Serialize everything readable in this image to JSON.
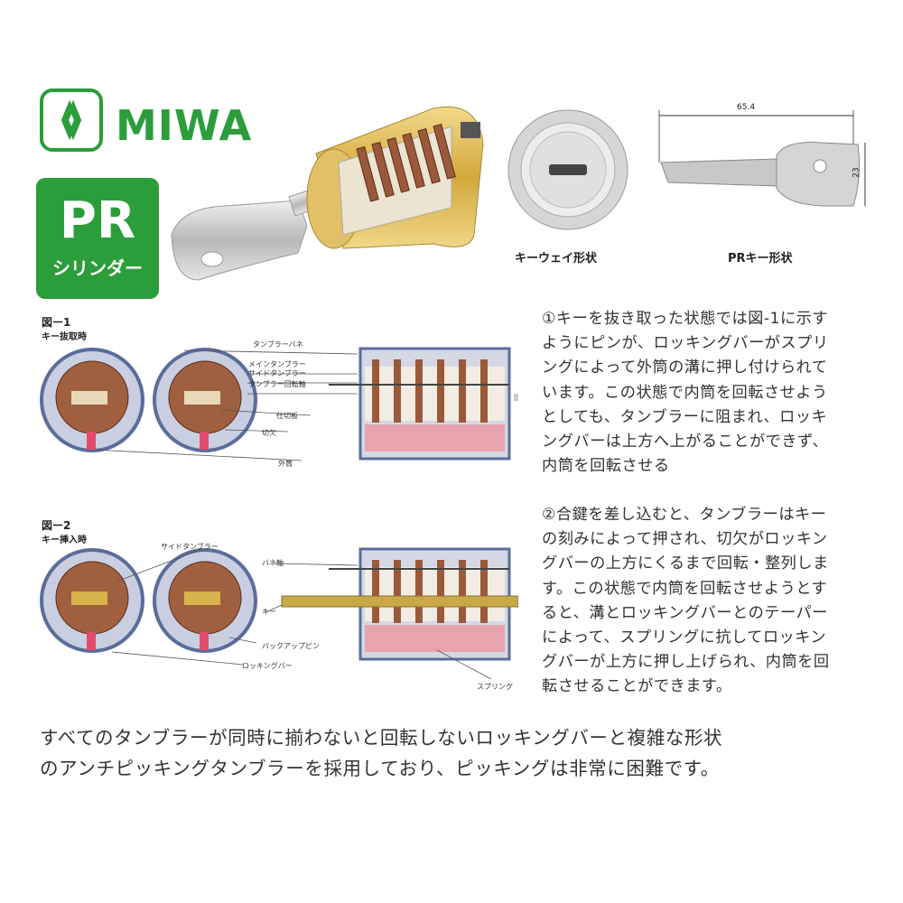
{
  "header": {
    "logo_text": "MIWA",
    "badge_title": "PR",
    "badge_subtitle": "シリンダー"
  },
  "images": {
    "keyway_caption": "キーウェイ形状",
    "key_caption": "PRキー形状",
    "key_length": "65.4",
    "key_height": "23"
  },
  "figure1": {
    "label": "図ー1",
    "sublabel": "キー抜取時",
    "callouts": [
      "タンブラーバネ",
      "メインタンブラー",
      "サイドタンブラー",
      "タンブラー回転軸",
      "仕切板",
      "切欠",
      "外筒"
    ]
  },
  "figure2": {
    "label": "図ー2",
    "sublabel": "キー挿入時",
    "callouts": [
      "サイドタンブラー",
      "バネ軸",
      "キー",
      "バックアップピン",
      "ロッキングバー",
      "スプリング"
    ]
  },
  "text": {
    "para1": [
      "①キーを抜き取った状態では図-1に示す",
      "ようにピンが、ロッキングバーがスプリ",
      "ングによって外筒の溝に押し付けられて",
      "います。この状態で内筒を回転させよう",
      "としても、タンブラーに阻まれ、ロッキ",
      "ングバーは上方へ上がることができず、",
      "内筒を回転させる"
    ],
    "para2": [
      "②合鍵を差し込むと、タンブラーはキー",
      "の刻みによって押され、切欠がロッキン",
      "グバーの上方にくるまで回転・整列しま",
      "す。この状態で内筒を回転させようとす",
      "ると、溝とロッキングバーとのテーパー",
      "によって、スプリングに抗してロッキン",
      "グバーが上方に押し上げられ、内筒を回",
      "転させることができます。"
    ],
    "bottom": [
      "すべてのタンブラーが同時に揃わないと回転しないロッキングバーと複雑な形状",
      "のアンチピッキングタンブラーを採用しており、ピッキングは非常に困難です。"
    ]
  },
  "colors": {
    "brand_green": "#2b9d3a",
    "tumbler_brown": "#9a5a3a",
    "brass": "#d8b24a",
    "steel_blue": "#5a6d9a"
  }
}
